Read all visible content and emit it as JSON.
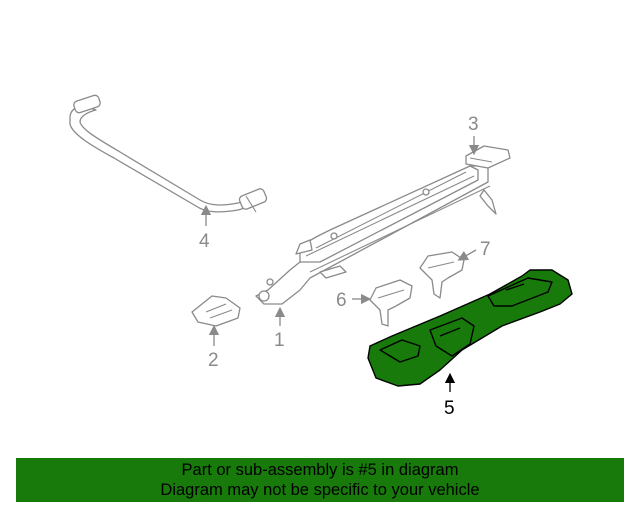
{
  "diagram": {
    "highlight_color": "#177a0b",
    "callouts": [
      {
        "id": "1",
        "label": "1"
      },
      {
        "id": "2",
        "label": "2"
      },
      {
        "id": "3",
        "label": "3"
      },
      {
        "id": "4",
        "label": "4"
      },
      {
        "id": "5",
        "label": "5",
        "highlighted": true
      },
      {
        "id": "6",
        "label": "6"
      },
      {
        "id": "7",
        "label": "7"
      }
    ]
  },
  "banner": {
    "line1": "Part or sub-assembly is #5 in diagram",
    "line2": "Diagram may not be specific to your vehicle",
    "background": "#177a0b"
  }
}
